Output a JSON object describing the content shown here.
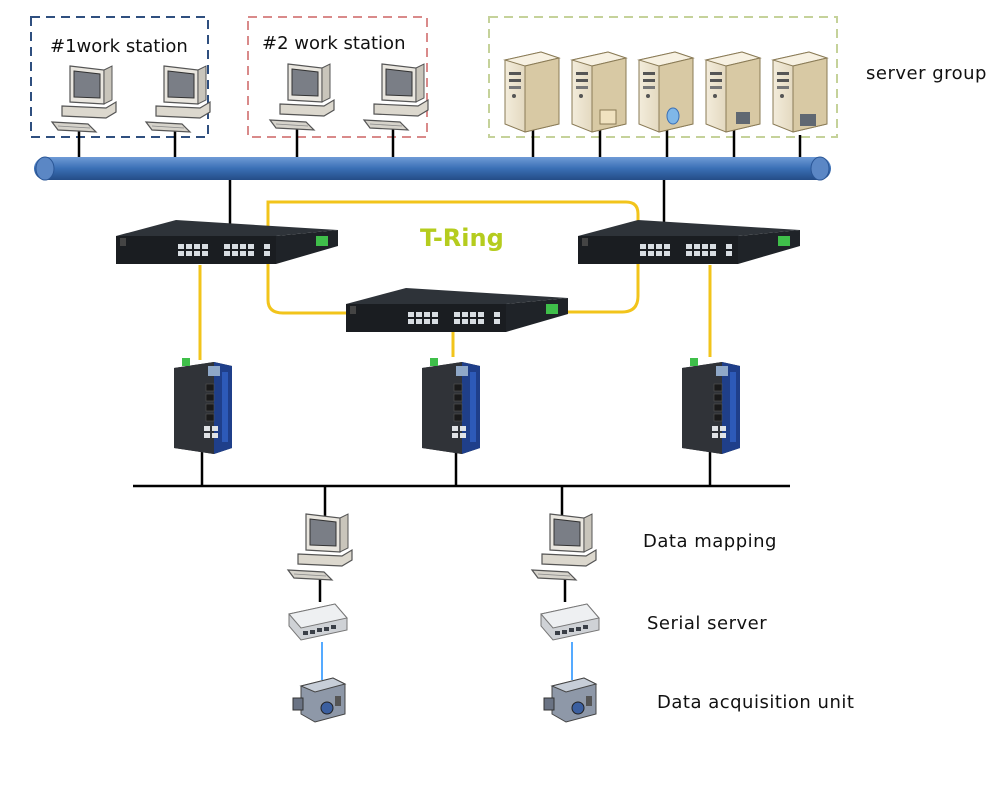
{
  "groups": {
    "workstation1": {
      "label": "#1work station",
      "border_color": "#2f4f7f"
    },
    "workstation2": {
      "label": "#2 work station",
      "border_color": "#d98a8a"
    },
    "servers": {
      "label": "server group",
      "border_color": "#c5d29a"
    }
  },
  "ring": {
    "label": "T-Ring",
    "label_color": "#b5cc1e",
    "link_color": "#f2c41b"
  },
  "backbone": {
    "color": "#3a6fb5"
  },
  "field_labels": {
    "data_mapping": "Data mapping",
    "serial_server": "Serial server",
    "data_acquisition": "Data acquisition unit"
  },
  "icons": {
    "workstation": "desktop-computer-icon",
    "server": "tower-server-icon",
    "rack_switch": "rack-switch-icon",
    "din_switch": "din-rail-switch-icon",
    "serial_server": "serial-server-icon",
    "acquisition": "data-acquisition-unit-icon"
  }
}
